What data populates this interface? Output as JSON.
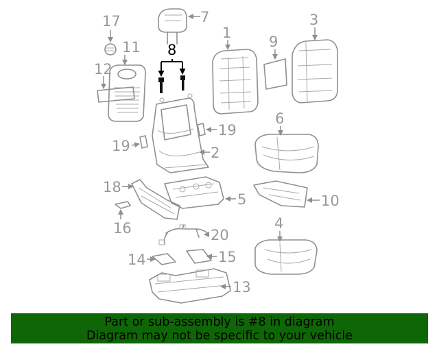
{
  "diagram": {
    "highlighted_callout": "8",
    "highlight_color": "#000000",
    "callout_color": "#999999",
    "callouts": [
      "1",
      "2",
      "3",
      "4",
      "5",
      "6",
      "7",
      "8",
      "9",
      "10",
      "11",
      "12",
      "13",
      "14",
      "15",
      "16",
      "17",
      "18",
      "19",
      "19",
      "20"
    ]
  },
  "banner": {
    "line1": "Part or sub-assembly is #8 in diagram",
    "line2": "Diagram may not be specific to your vehicle",
    "background_color": "#0f6606"
  }
}
